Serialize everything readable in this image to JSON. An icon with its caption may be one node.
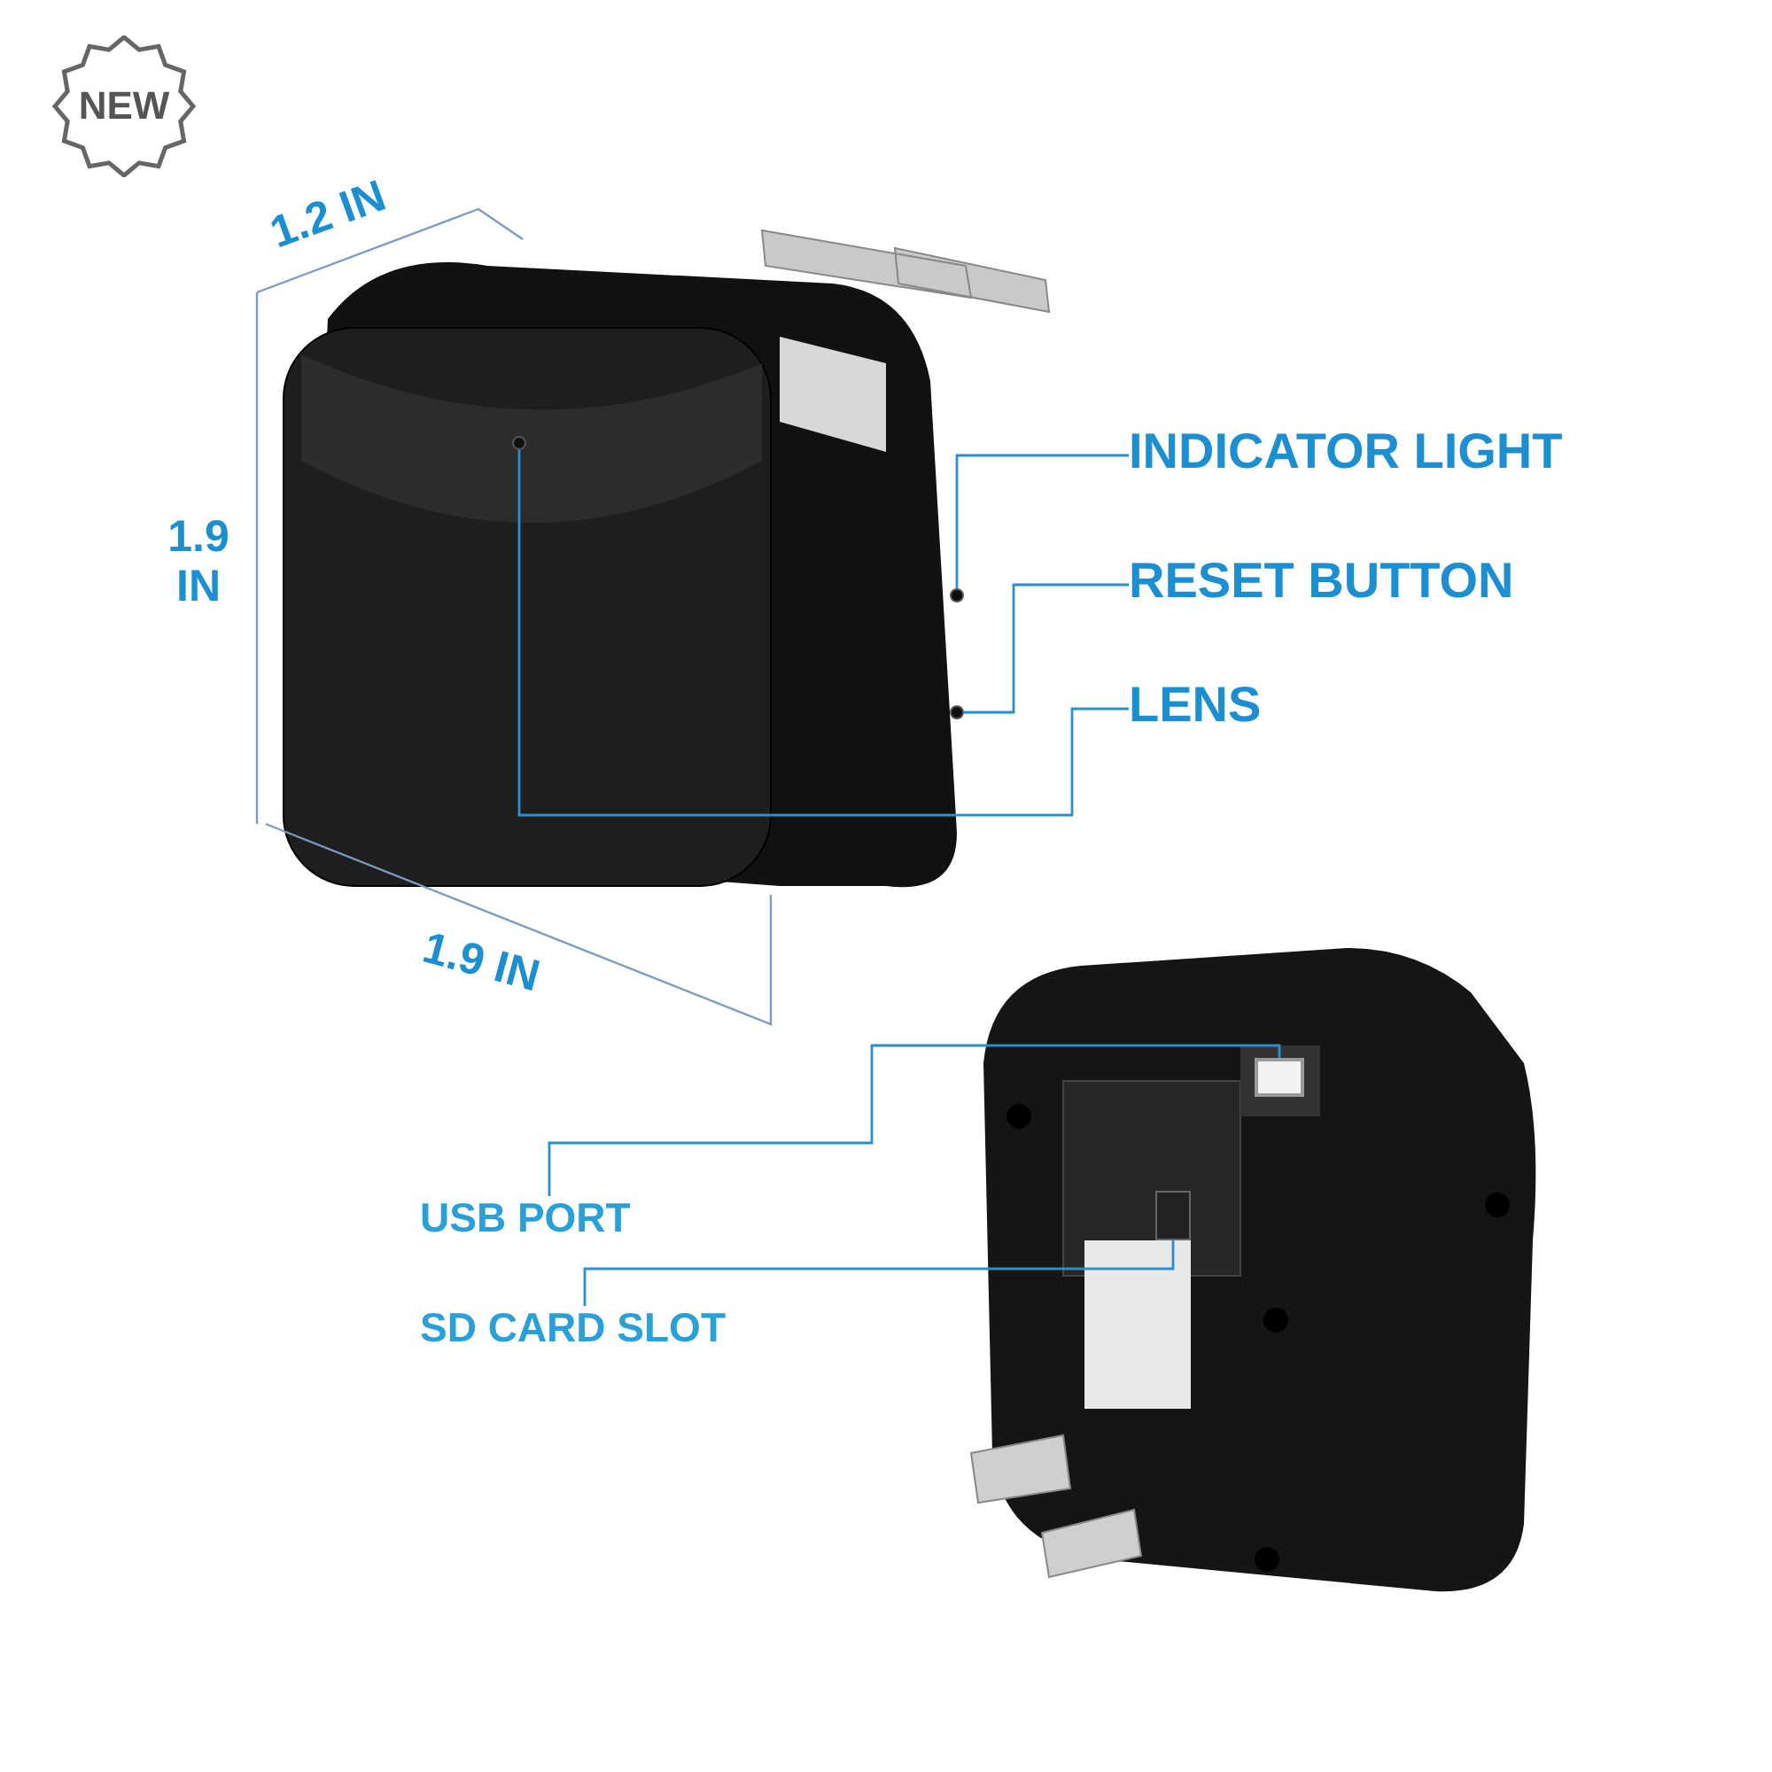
{
  "diagram": {
    "nodes": [
      {
        "text": [
          "NEW"
        ]
      },
      {
        "text": [
          "INDICATOR LIGHT"
        ]
      },
      {
        "text": [],
        "shape": "circle"
      },
      {
        "text": [
          "RESET BUTTON"
        ]
      },
      {
        "text": [],
        "shape": "circle"
      },
      {
        "text": [
          "LENS"
        ]
      },
      {
        "text": [],
        "shape": "circle"
      },
      {
        "text": [
          "USB PORT"
        ]
      },
      {
        "text": [],
        "shape": "box"
      },
      {
        "text": [
          "SD CARD SLOT"
        ]
      },
      {
        "text": [],
        "shape": "bar"
      }
    ],
    "edges": [
      {
        "from": 1,
        "to": 2,
        "arrow": "none"
      },
      {
        "from": 3,
        "to": 4,
        "arrow": "none"
      },
      {
        "from": 5,
        "to": 6,
        "arrow": "none"
      },
      {
        "from": 7,
        "to": 8,
        "arrow": "none"
      },
      {
        "from": 9,
        "to": 10,
        "arrow": "none"
      }
    ],
    "labels": [
      "1.2 IN",
      "1.9 IN",
      "1.9 IN"
    ]
  }
}
